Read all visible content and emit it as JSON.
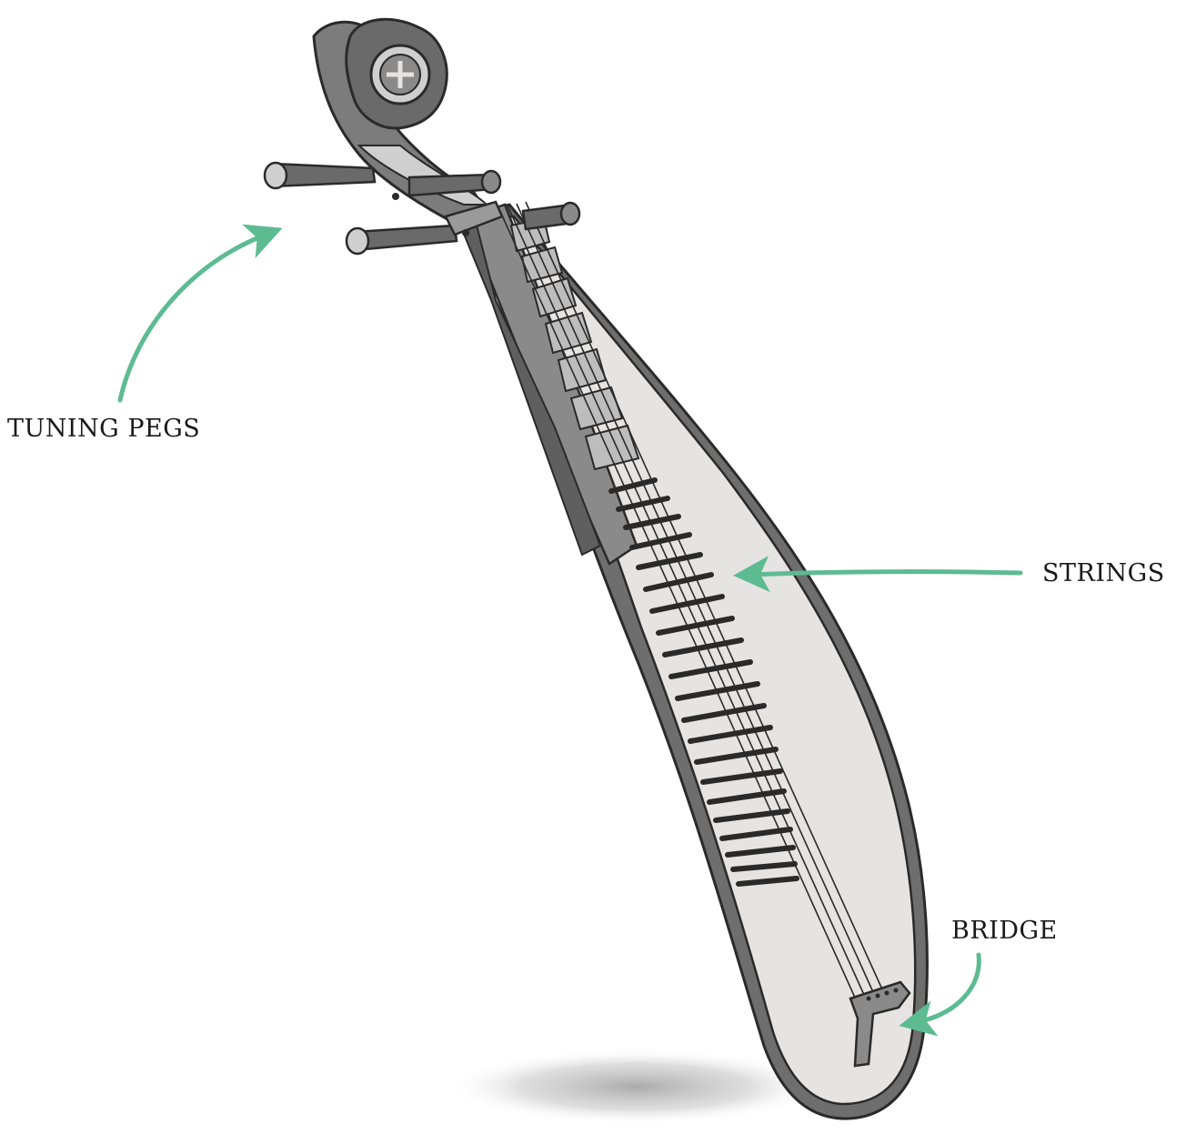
{
  "labels": {
    "tuning_pegs": "TUNING PEGS",
    "strings": "STRINGS",
    "bridge": "BRIDGE"
  },
  "colors": {
    "arrow": "#5dbb92",
    "outline": "#2a2a2a",
    "body_face": "#e6e4e2",
    "body_side": "#6e6e6e",
    "neck_dark": "#8a8a8a",
    "fret": "#bdbdbd",
    "shadow": "#a9a9a9"
  },
  "icons": {
    "tuning_pegs_arrow": "curved-arrow-up-right",
    "strings_arrow": "arrow-left",
    "bridge_arrow": "curved-arrow-down-left"
  }
}
